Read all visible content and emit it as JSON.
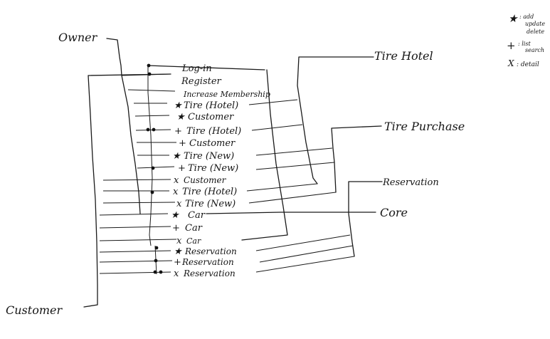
{
  "actors": {
    "owner": "Owner",
    "customer": "Customer"
  },
  "groups": {
    "tire_hotel": "Tire Hotel",
    "tire_purchase": "Tire Purchase",
    "reservation": "Reservation",
    "core": "Core"
  },
  "functions": [
    {
      "symbol": "",
      "label": "Log-in"
    },
    {
      "symbol": "",
      "label": "Register"
    },
    {
      "symbol": "",
      "label": "Increase Membership"
    },
    {
      "symbol": "★",
      "label": "Tire (Hotel)"
    },
    {
      "symbol": "★",
      "label": "Customer"
    },
    {
      "symbol": "+",
      "label": "Tire (Hotel)"
    },
    {
      "symbol": "+",
      "label": "Customer"
    },
    {
      "symbol": "★",
      "label": "Tire (New)"
    },
    {
      "symbol": "+",
      "label": "Tire (New)"
    },
    {
      "symbol": "x",
      "label": "Customer"
    },
    {
      "symbol": "x",
      "label": "Tire (Hotel)"
    },
    {
      "symbol": "x",
      "label": "Tire (New)"
    },
    {
      "symbol": "★",
      "label": "Car"
    },
    {
      "symbol": "+",
      "label": "Car"
    },
    {
      "symbol": "x",
      "label": "Car"
    },
    {
      "symbol": "★",
      "label": "Reservation"
    },
    {
      "symbol": "+",
      "label": "Reservation"
    },
    {
      "symbol": "x",
      "label": "Reservation"
    }
  ],
  "legend": [
    {
      "symbol": "★",
      "line1": ": add",
      "line2": "update",
      "line3": "delete"
    },
    {
      "symbol": "+",
      "line1": ": list",
      "line2": "search",
      "line3": ""
    },
    {
      "symbol": "X",
      "line1": ": detail",
      "line2": "",
      "line3": ""
    }
  ]
}
